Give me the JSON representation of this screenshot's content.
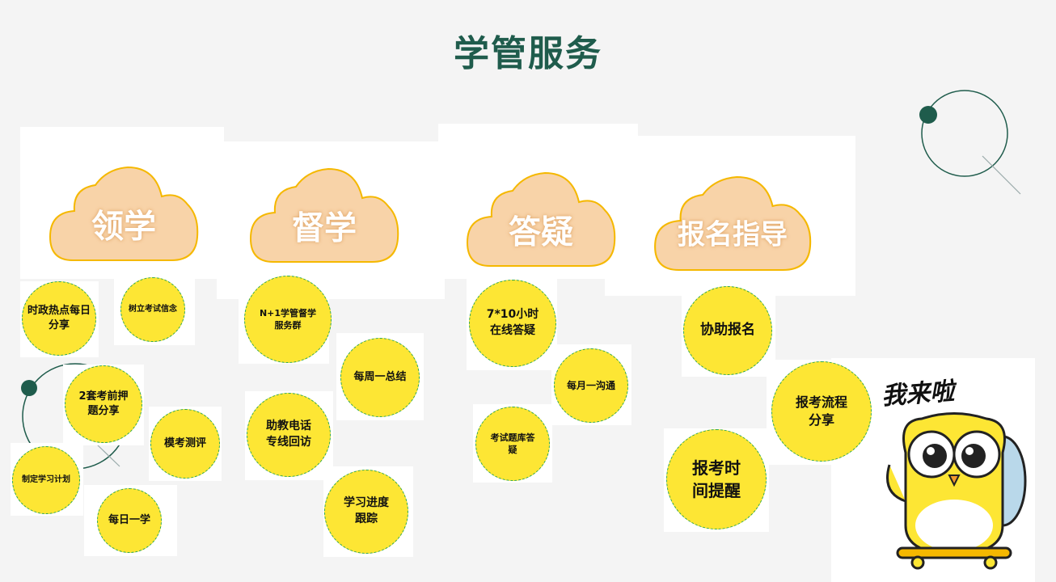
{
  "title": "学管服务",
  "colors": {
    "accent": "#1f5c4c",
    "cloud_fill": "#f8d3a8",
    "cloud_stroke": "#f5b800",
    "bubble": "#fde634"
  },
  "categories": [
    {
      "label": "领学",
      "items": [
        "时政热点每日分享",
        "树立考试信念",
        "2套考前押题分享",
        "模考测评",
        "制定学习计划",
        "每日一学"
      ]
    },
    {
      "label": "督学",
      "items": [
        "N+1学管督学服务群",
        "每周一总结",
        "助教电话专线回访",
        "学习进度跟踪"
      ]
    },
    {
      "label": "答疑",
      "items": [
        "7*10小时在线答疑",
        "每月一沟通",
        "考试题库答疑"
      ]
    },
    {
      "label": "报名指导",
      "items": [
        "协助报名",
        "报考流程分享",
        "报考时间提醒"
      ]
    }
  ],
  "sticker": {
    "text": "我来啦",
    "icon": "owl-on-skateboard"
  }
}
